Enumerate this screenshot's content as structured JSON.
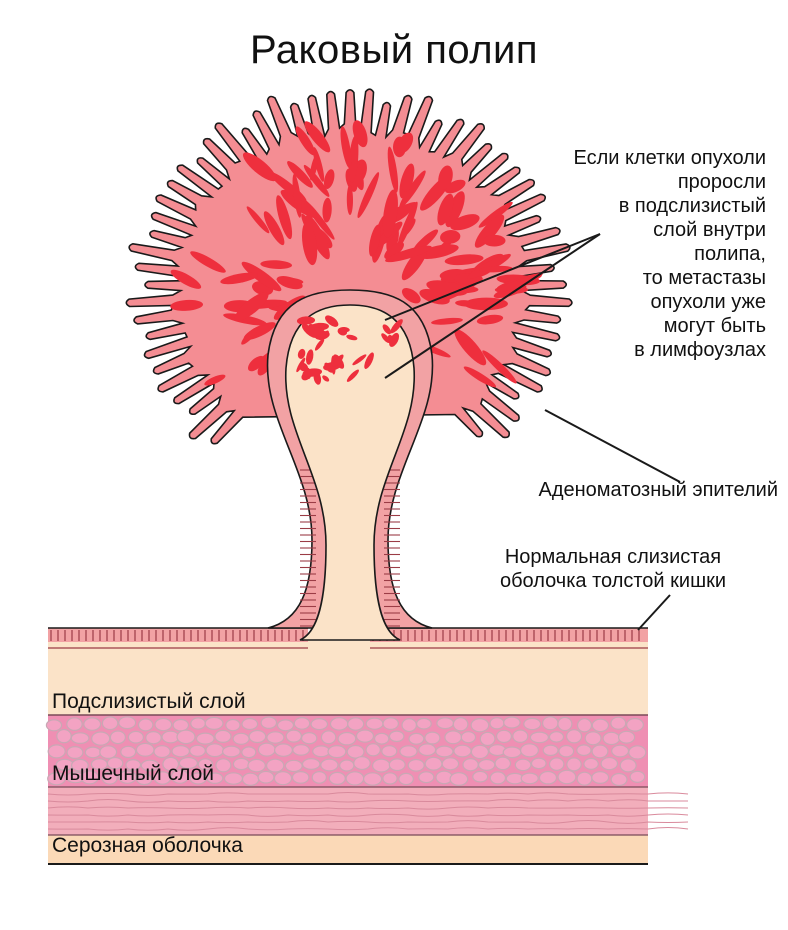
{
  "title": "Раковый полип",
  "annotations": {
    "cancer_spread": [
      "Если клетки опухоли",
      "проросли",
      "в подслизистый",
      "слой внутри",
      "полипа,",
      "то метастазы",
      "опухоли уже",
      "могут быть",
      "в лимфоузлах"
    ],
    "adenomatous_epithelium": "Аденоматозный эпителий",
    "normal_mucosa": [
      "Нормальная слизистая",
      "оболочка толстой кишки"
    ]
  },
  "layers": {
    "submucosa": "Подслизистый слой",
    "muscle": "Мышечный слой",
    "serosa": "Серозная оболочка"
  },
  "colors": {
    "submucosa_fill": "#fbe3c8",
    "mucosa_pink": "#f2a2a4",
    "tumor_pink": "#f48d93",
    "tumor_red": "#ee2f3d",
    "muscle_fill": "#ef8fb3",
    "cell_outline": "#c8a8b4",
    "serosa_pink": "#f2aebb",
    "serosa_fill": "#fbd9b7",
    "line": "#1a1a1a"
  }
}
